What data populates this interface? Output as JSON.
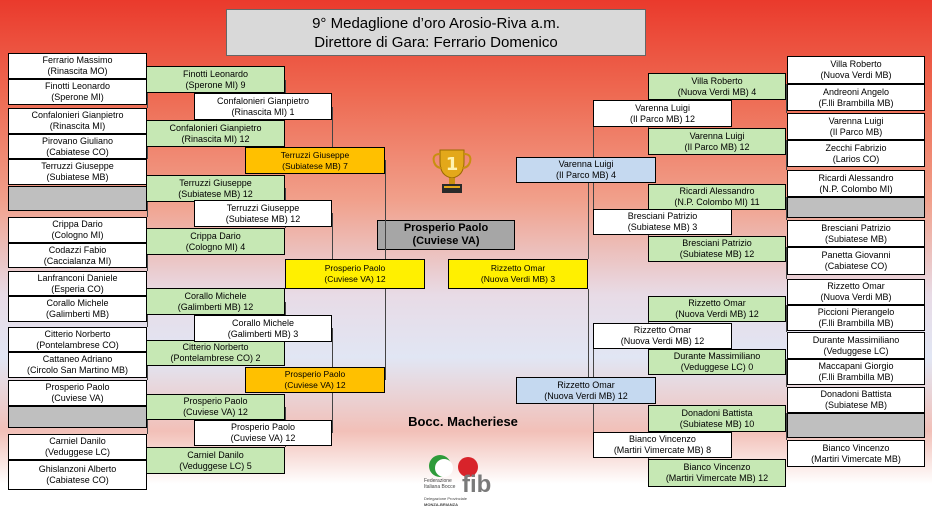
{
  "header": {
    "title_line1": "9° Medaglione d’oro Arosio-Riva a.m.",
    "title_line2": "Direttore di Gara: Ferrario Domenico"
  },
  "final": {
    "name": "Prosperio Paolo",
    "club": "(Cuviese VA)"
  },
  "footer": {
    "club": "Bocc. Macheriese",
    "logo_text": "fib",
    "logo_line1": "Federazione",
    "logo_line2": "Italiana Bocce",
    "logo_line3": "Delegazione Provinciale",
    "logo_line4": "MONZA-BRIANZA"
  },
  "left": {
    "r1": [
      {
        "name": "Ferrario Massimo",
        "club": "(Rinascita MO)"
      },
      {
        "name": "Finotti Leonardo",
        "club": "(Sperone MI)"
      },
      {
        "name": "Confalonieri Gianpietro",
        "club": "(Rinascita MI)"
      },
      {
        "name": "Pirovano Giuliano",
        "club": "(Cabiatese CO)"
      },
      {
        "name": "Terruzzi Giuseppe",
        "club": "(Subiatese MB)"
      },
      {
        "name": "",
        "club": ""
      },
      {
        "name": "Crippa Dario",
        "club": "(Cologno MI)"
      },
      {
        "name": "Codazzi Fabio",
        "club": "(Caccialanza MI)"
      },
      {
        "name": "Lanfranconi Daniele",
        "club": "(Esperia CO)"
      },
      {
        "name": "Corallo Michele",
        "club": "(Galimberti MB)"
      },
      {
        "name": "Citterio Norberto",
        "club": "(Pontelambrese CO)"
      },
      {
        "name": "Cattaneo Adriano",
        "club": "(Circolo San Martino MB)"
      },
      {
        "name": "Prosperio Paolo",
        "club": "(Cuviese VA)"
      },
      {
        "name": "",
        "club": ""
      },
      {
        "name": "Carniel Danilo",
        "club": "(Veduggese LC)"
      },
      {
        "name": "Ghislanzoni Alberto",
        "club": "(Cabiatese CO)"
      }
    ],
    "r2": [
      {
        "name": "Finotti Leonardo",
        "club": "(Sperone MI)  9"
      },
      {
        "name": "Confalonieri Gianpietro",
        "club": "(Rinascita MI)  12"
      },
      {
        "name": "Terruzzi Giuseppe",
        "club": "(Subiatese MB) 12"
      },
      {
        "name": "Crippa Dario",
        "club": "(Cologno MI) 4"
      },
      {
        "name": "Corallo Michele",
        "club": "(Galimberti MB)   12"
      },
      {
        "name": "Citterio Norberto",
        "club": "(Pontelambrese CO)  2"
      },
      {
        "name": "Prosperio Paolo",
        "club": "(Cuviese VA)   12"
      },
      {
        "name": "Carniel Danilo",
        "club": "(Veduggese LC)  5"
      }
    ],
    "r3": [
      {
        "name": "Confalonieri Gianpietro",
        "club": "(Rinascita MI)   1"
      },
      {
        "name": "Terruzzi Giuseppe",
        "club": "(Subiatese MB) 12"
      },
      {
        "name": "Corallo Michele",
        "club": "(Galimberti MB)   3"
      },
      {
        "name": "Prosperio Paolo",
        "club": "(Cuviese VA)  12"
      }
    ],
    "r4": [
      {
        "name": "Terruzzi Giuseppe",
        "club": "(Subiatese MB)   7"
      },
      {
        "name": "Prosperio Paolo",
        "club": "(Cuviese VA)   12"
      }
    ],
    "semi": {
      "name": "Prosperio Paolo",
      "club": "(Cuviese VA)   12"
    }
  },
  "right": {
    "r1": [
      {
        "name": "Villa Roberto",
        "club": "(Nuova Verdi MB)"
      },
      {
        "name": "Andreoni Angelo",
        "club": "(F.lli Brambilla MB)"
      },
      {
        "name": "Varenna Luigi",
        "club": "(Il Parco MB)"
      },
      {
        "name": "Zecchi Fabrizio",
        "club": "(Larios CO)"
      },
      {
        "name": "Ricardi Alessandro",
        "club": "(N.P. Colombo MI)"
      },
      {
        "name": "",
        "club": ""
      },
      {
        "name": "Bresciani Patrizio",
        "club": "(Subiatese MB)"
      },
      {
        "name": "Panetta Giovanni",
        "club": "(Cabiatese CO)"
      },
      {
        "name": "Rizzetto Omar",
        "club": "(Nuova Verdi MB)"
      },
      {
        "name": "Piccioni Pierangelo",
        "club": "(F.lli Brambilla MB)"
      },
      {
        "name": "Durante Massimiliano",
        "club": "(Veduggese LC)"
      },
      {
        "name": "Maccapani Giorgio",
        "club": "(F.lli Brambilla MB)"
      },
      {
        "name": "Donadoni Battista",
        "club": "(Subiatese MB)"
      },
      {
        "name": "",
        "club": ""
      },
      {
        "name": "Bianco Vincenzo",
        "club": "(Martiri Vimercate MB)"
      }
    ],
    "r2": [
      {
        "name": "Villa Roberto",
        "club": "(Nuova Verdi MB)  4"
      },
      {
        "name": "Varenna Luigi",
        "club": "(Il Parco MB)   12"
      },
      {
        "name": "Ricardi Alessandro",
        "club": "(N.P. Colombo MI)   11"
      },
      {
        "name": "Bresciani Patrizio",
        "club": "(Subiatese MB)   12"
      },
      {
        "name": "Rizzetto Omar",
        "club": "(Nuova Verdi MB)   12"
      },
      {
        "name": "Durante Massimiliano",
        "club": "(Veduggese LC)   0"
      },
      {
        "name": "Donadoni Battista",
        "club": "(Subiatese MB)   10"
      },
      {
        "name": "Bianco Vincenzo",
        "club": "(Martiri Vimercate MB)   12"
      }
    ],
    "r3": [
      {
        "name": "Varenna Luigi",
        "club": "(Il Parco MB)   12"
      },
      {
        "name": "Bresciani Patrizio",
        "club": "(Subiatese MB)   3"
      },
      {
        "name": "Rizzetto Omar",
        "club": "(Nuova Verdi MB)   12"
      },
      {
        "name": "Bianco Vincenzo",
        "club": "(Martiri Vimercate MB)  8"
      }
    ],
    "r4": [
      {
        "name": "Varenna Luigi",
        "club": "(Il Parco MB)   4"
      },
      {
        "name": "Rizzetto Omar",
        "club": "(Nuova Verdi MB)   12"
      }
    ],
    "semi": {
      "name": "Rizzetto Omar",
      "club": "(Nuova Verdi MB)   3"
    }
  }
}
